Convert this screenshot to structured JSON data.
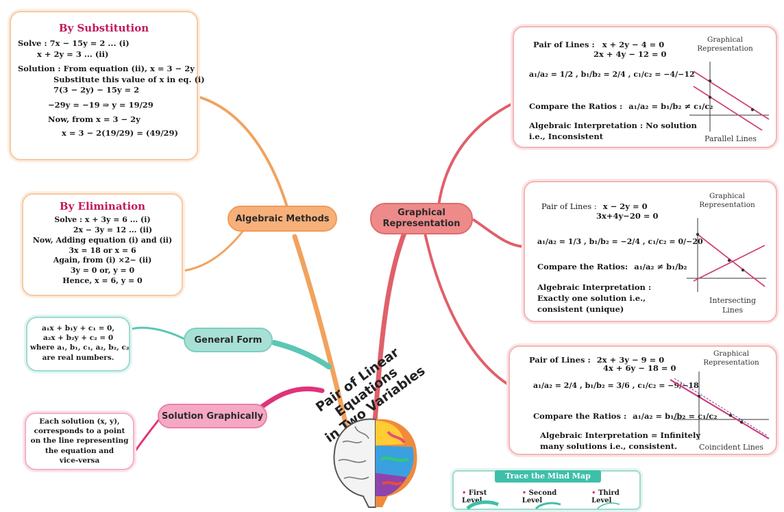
{
  "central": {
    "line1": "Pair of Linear Equations",
    "line2": "in Two Variables"
  },
  "nodes": {
    "algebraic": "Algebraic Methods",
    "graphical_line1": "Graphical",
    "graphical_line2": "Representation",
    "general": "General Form",
    "solution": "Solution Graphically"
  },
  "substitution": {
    "title": "By Substitution",
    "lines": [
      "Solve : 7x − 15y = 2           ... (i)",
      "          x + 2y = 3             ... (ii)",
      "Solution : From equation (ii), x = 3 − 2y",
      "Substitute this value of x in eq. (i)",
      "7(3 − 2y) − 15y = 2",
      "−29y = −19 ⇒  y = 19/29",
      "Now, from x = 3 − 2y",
      "x = 3 − 2(19/29) = (49/29)"
    ]
  },
  "elimination": {
    "title": "By Elimination",
    "lines": [
      "Solve :    x + 3y = 6        ... (i)",
      "2x − 3y = 12        ... (ii)",
      "Now, Adding equation (i) and (ii)",
      "3x = 18 or x = 6",
      "Again, from (i) ×2− (ii)",
      "3y = 0 or, y = 0",
      "Hence, x = 6, y = 0"
    ]
  },
  "general_form": {
    "lines": [
      "a₁x + b₁y + c₁ = 0,",
      "a₂x + b₂y + c₂ = 0",
      "where a₁, b₁, c₁, a₂, b₂, c₂",
      "are real numbers."
    ]
  },
  "solution_graphically": {
    "lines": [
      "Each solution (x, y),",
      "corresponds to a point",
      "on the line representing",
      "the equation and",
      "vice-versa"
    ]
  },
  "parallel": {
    "pair_label": "Pair of Lines :",
    "eq1": "x + 2y − 4  = 0",
    "eq2": "2x + 4y − 12 = 0",
    "ratios": "a₁/a₂ = 1/2 ,  b₁/b₂ = 2/4 ,  c₁/c₂ = −4/−12",
    "compare_label": "Compare the Ratios :",
    "compare": "a₁/a₂ = b₁/b₂ ≠ c₁/c₂",
    "interp": "Algebraic Interpretation : No solution",
    "interp2": "i.e., Inconsistent",
    "graph_title1": "Graphical",
    "graph_title2": "Representation",
    "caption": "Parallel Lines"
  },
  "intersecting": {
    "pair_label": "Pair of Lines :",
    "eq1": "x − 2y = 0",
    "eq2": "3x+4y−20 = 0",
    "ratios": "a₁/a₂ = 1/3 ,  b₁/b₂ = −2/4 ,  c₁/c₂ = 0/−20",
    "compare_label": "Compare the Ratios:",
    "compare": "a₁/a₂ ≠ b₁/b₂",
    "interp": "Algebraic Interpretation :",
    "interp2": "Exactly one solution i.e.,",
    "interp3": "consistent (unique)",
    "graph_title1": "Graphical",
    "graph_title2": "Representation",
    "caption1": "Intersecting",
    "caption2": "Lines"
  },
  "coincident": {
    "pair_label": "Pair of Lines :",
    "eq1": "2x + 3y − 9  = 0",
    "eq2": "4x + 6y − 18 = 0",
    "ratios": "a₁/a₂ = 2/4 ,  b₁/b₂ = 3/6 ,  c₁/c₂ = −9/−18",
    "compare_label": "Compare the Ratios :",
    "compare": "a₁/a₂ = b₁/b₂ = c₁/c₂",
    "interp": "Algebraic Interpretation = Infinitely",
    "interp2": "many solutions i.e., consistent.",
    "graph_title1": "Graphical",
    "graph_title2": "Representation",
    "caption": "Coincident Lines"
  },
  "legend": {
    "title": "Trace the  Mind Map",
    "levels": [
      "First Level",
      "Second Level",
      "Third Level"
    ]
  },
  "colors": {
    "orange": "#f2a25e",
    "red": "#e0606a",
    "teal": "#5cc6b5",
    "magenta": "#e0337a",
    "pink_title": "#c2185b"
  }
}
